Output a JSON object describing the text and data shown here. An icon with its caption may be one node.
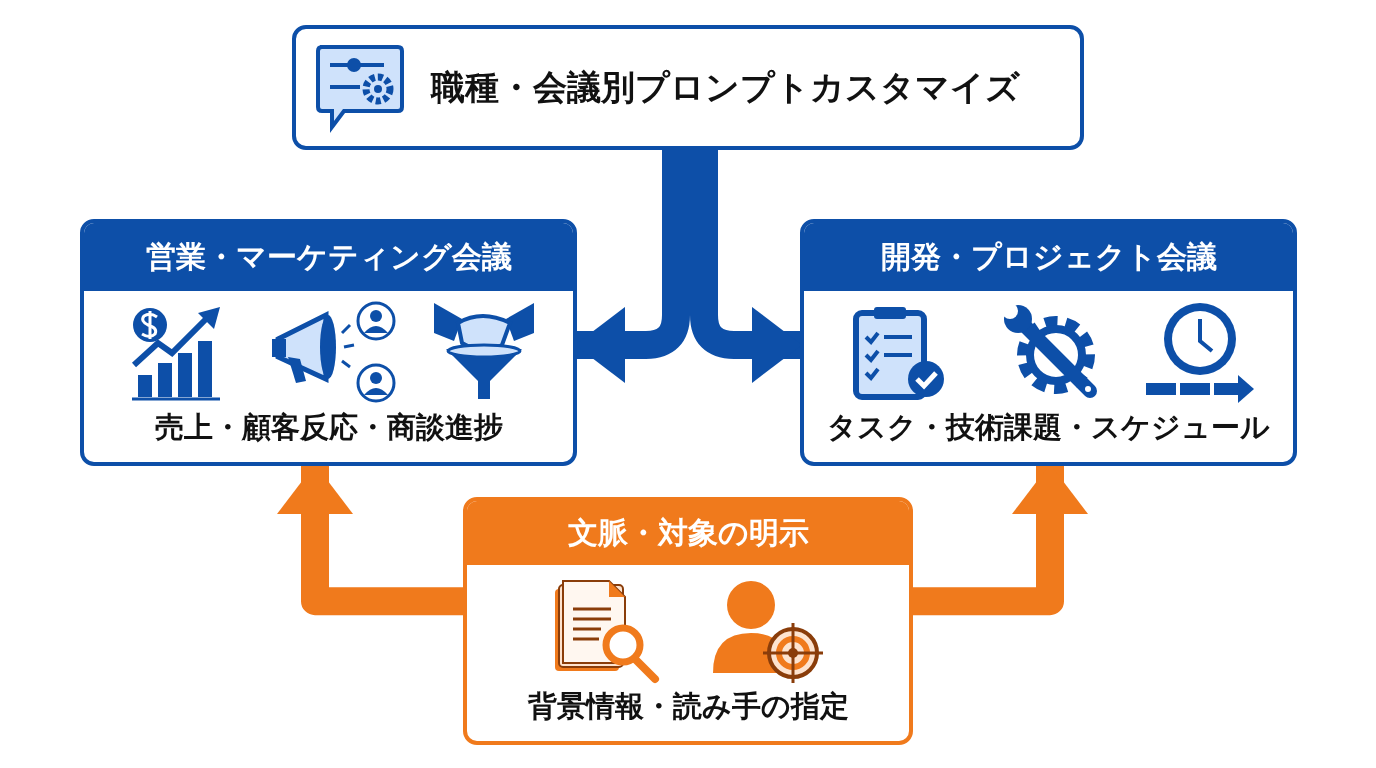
{
  "diagram": {
    "nodes": [
      {
        "text": [
          "職種・会議別プロンプトカスタマイズ"
        ]
      },
      {
        "text": [
          "営業・マーケティング会議",
          "売上・顧客反応・商談進捗"
        ]
      },
      {
        "text": [
          "開発・プロジェクト会議",
          "タスク・技術課題・スケジュール"
        ]
      },
      {
        "text": [
          "文脈・対象の明示",
          "背景情報・読み手の指定"
        ]
      }
    ],
    "edges": [
      {
        "from": 0,
        "to": 1,
        "arrow": "to"
      },
      {
        "from": 0,
        "to": 2,
        "arrow": "to"
      },
      {
        "from": 3,
        "to": 1,
        "arrow": "to",
        "color": "#f07a1c"
      },
      {
        "from": 3,
        "to": 2,
        "arrow": "to",
        "color": "#f07a1c"
      }
    ]
  }
}
